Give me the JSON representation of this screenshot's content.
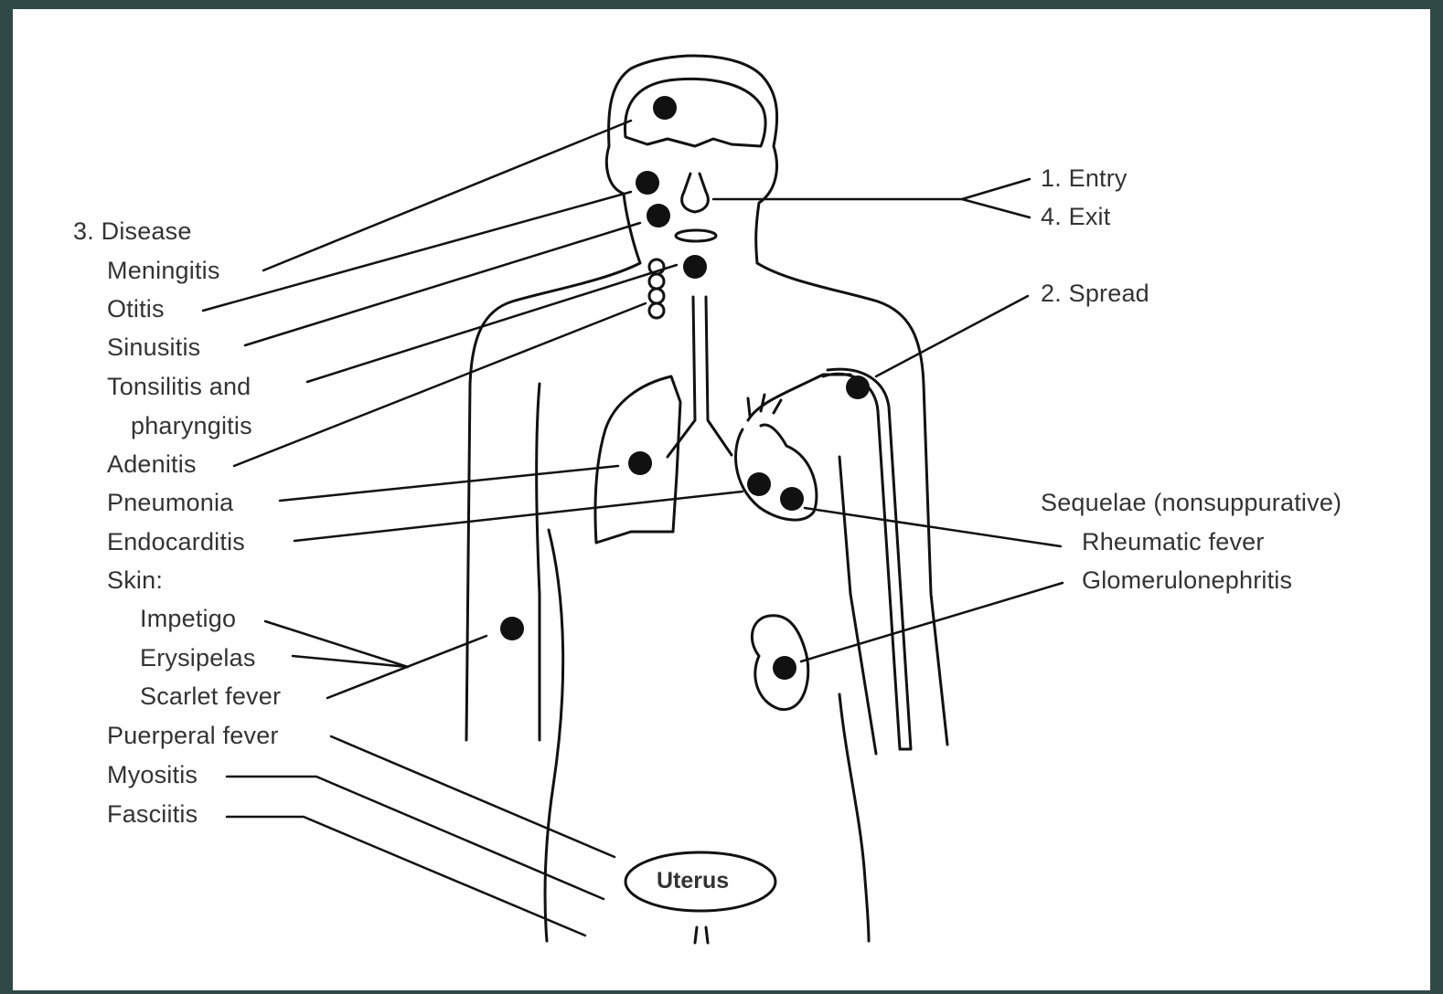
{
  "labels": {
    "entry": "1. Entry",
    "exit": "4. Exit",
    "spread": "2. Spread",
    "disease": "3. Disease",
    "meningitis": "Meningitis",
    "otitis": "Otitis",
    "sinusitis": "Sinusitis",
    "tonsilitis": "Tonsilitis and",
    "pharyngitis": "pharyngitis",
    "adenitis": "Adenitis",
    "pneumonia": "Pneumonia",
    "endocarditis": "Endocarditis",
    "skin": "Skin:",
    "impetigo": "Impetigo",
    "erysipelas": "Erysipelas",
    "scarlet_fever": "Scarlet fever",
    "puerperal_fever": "Puerperal fever",
    "myositis": "Myositis",
    "fasciitis": "Fasciitis",
    "sequelae": "Sequelae (nonsuppurative)",
    "rheumatic_fever": "Rheumatic fever",
    "glomerulonephritis": "Glomerulonephritis",
    "uterus": "Uterus"
  },
  "colors": {
    "frame_background": "#2f4a46",
    "canvas": "#ffffff",
    "line": "#111111",
    "text": "#333333"
  }
}
